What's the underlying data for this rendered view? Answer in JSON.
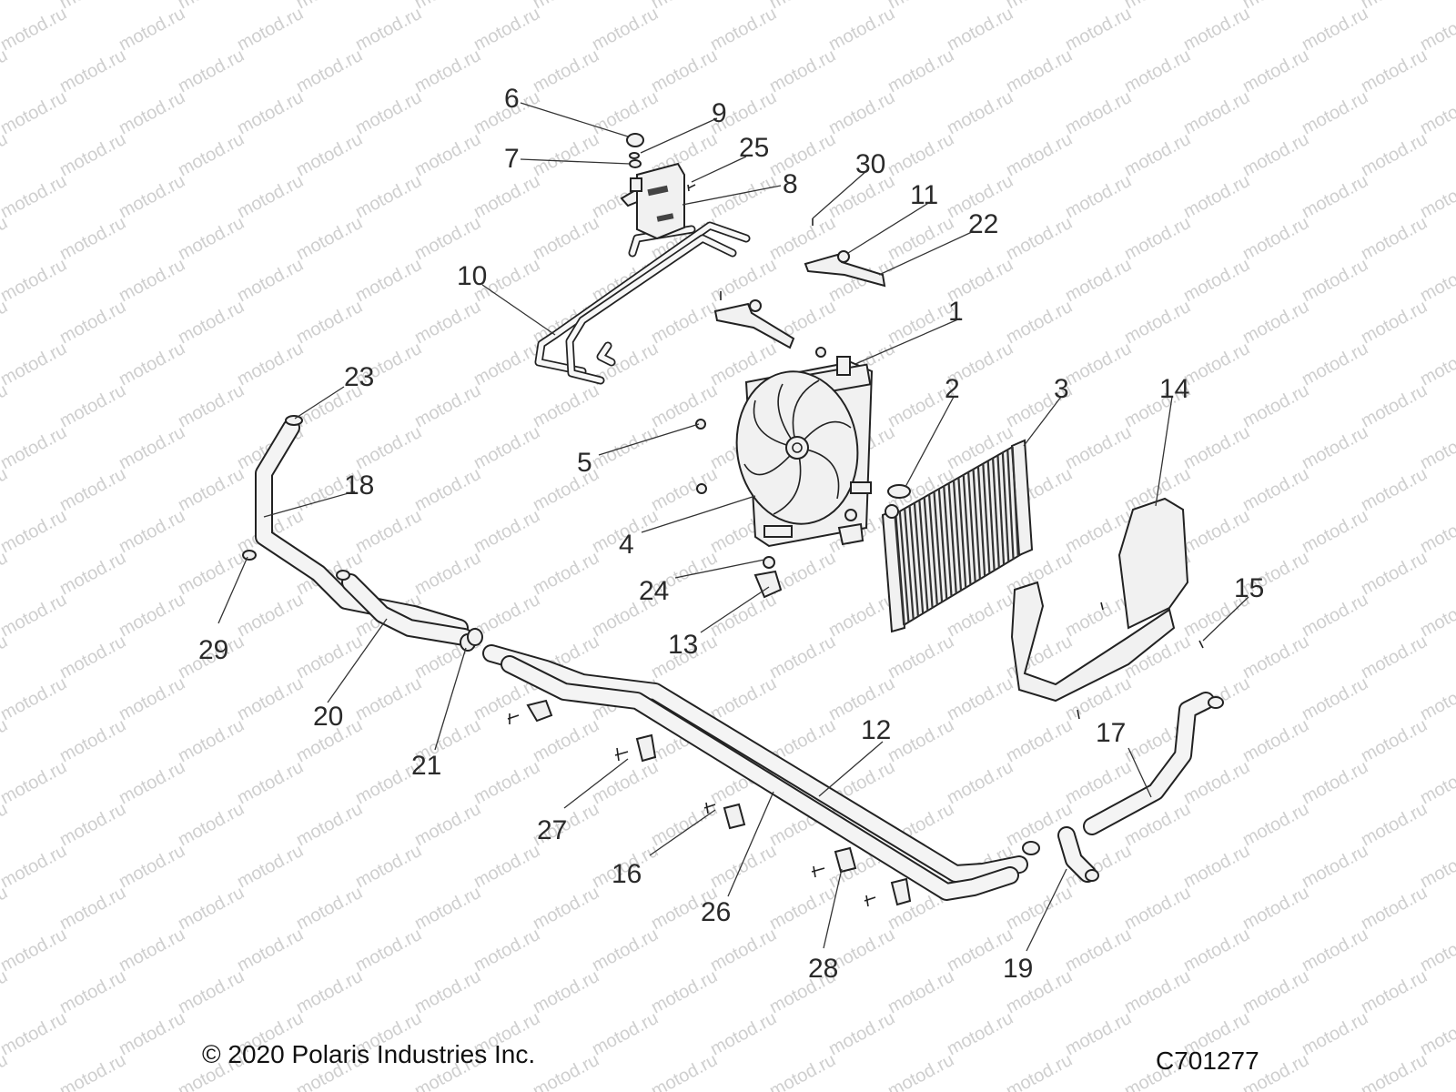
{
  "watermark": {
    "text": "motod.ru"
  },
  "callouts": [
    {
      "id": "callout-1",
      "text": "1"
    },
    {
      "id": "callout-2",
      "text": "2"
    },
    {
      "id": "callout-3",
      "text": "3"
    },
    {
      "id": "callout-4",
      "text": "4"
    },
    {
      "id": "callout-5",
      "text": "5"
    },
    {
      "id": "callout-6",
      "text": "6"
    },
    {
      "id": "callout-7",
      "text": "7"
    },
    {
      "id": "callout-8",
      "text": "8"
    },
    {
      "id": "callout-9",
      "text": "9"
    },
    {
      "id": "callout-10",
      "text": "10"
    },
    {
      "id": "callout-11",
      "text": "11"
    },
    {
      "id": "callout-12",
      "text": "12"
    },
    {
      "id": "callout-13",
      "text": "13"
    },
    {
      "id": "callout-14",
      "text": "14"
    },
    {
      "id": "callout-15",
      "text": "15"
    },
    {
      "id": "callout-16",
      "text": "16"
    },
    {
      "id": "callout-17",
      "text": "17"
    },
    {
      "id": "callout-18",
      "text": "18"
    },
    {
      "id": "callout-19",
      "text": "19"
    },
    {
      "id": "callout-20",
      "text": "20"
    },
    {
      "id": "callout-21",
      "text": "21"
    },
    {
      "id": "callout-22",
      "text": "22"
    },
    {
      "id": "callout-23",
      "text": "23"
    },
    {
      "id": "callout-24",
      "text": "24"
    },
    {
      "id": "callout-25",
      "text": "25"
    },
    {
      "id": "callout-26",
      "text": "26"
    },
    {
      "id": "callout-27",
      "text": "27"
    },
    {
      "id": "callout-28",
      "text": "28"
    },
    {
      "id": "callout-29",
      "text": "29"
    },
    {
      "id": "callout-30",
      "text": "30"
    }
  ],
  "footer": {
    "copyright": "© 2020 Polaris Industries Inc.",
    "figure_code": "C701277"
  },
  "colors": {
    "background": "#ffffff",
    "line": "#222222",
    "part_fill": "#f1f1f1",
    "watermark": "#cfcfcf"
  }
}
